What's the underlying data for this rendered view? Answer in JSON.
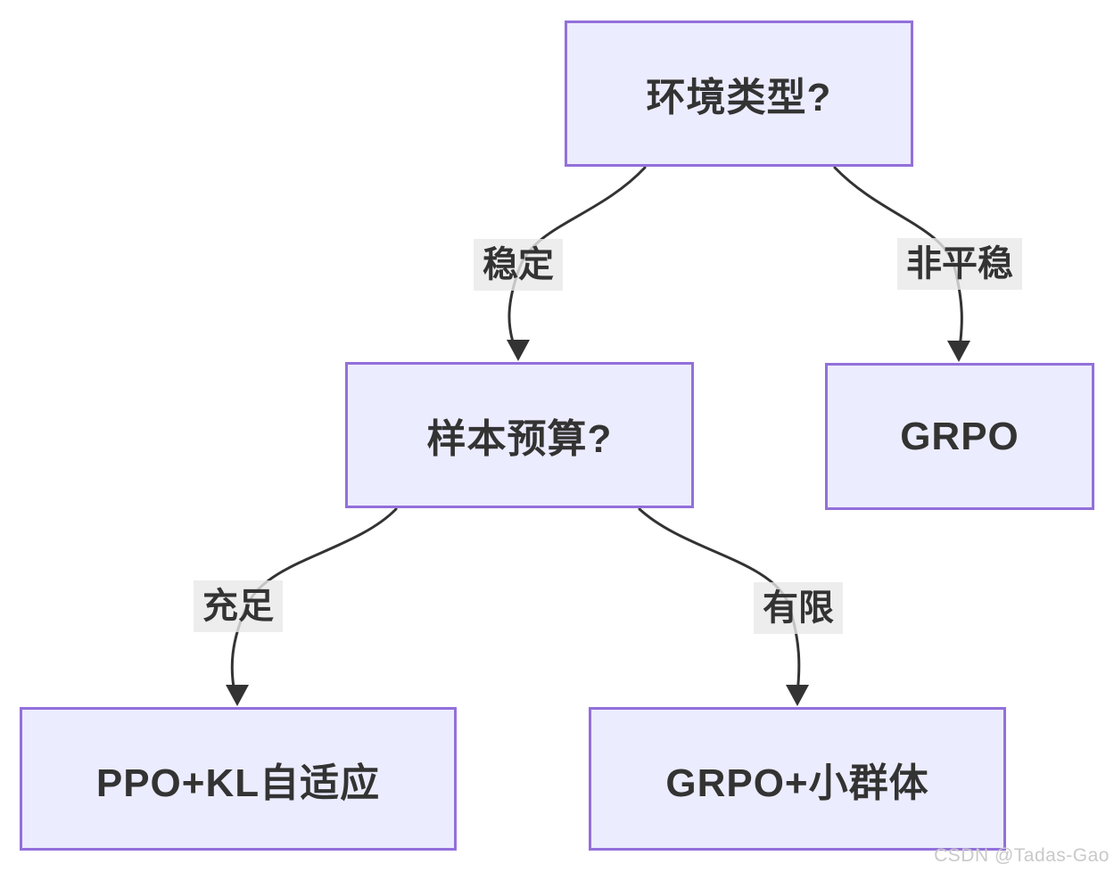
{
  "diagram": {
    "type": "flowchart",
    "direction": "top-down",
    "nodes": [
      {
        "id": "env_type",
        "label": "环境类型?",
        "shape": "rect"
      },
      {
        "id": "sample_budget",
        "label": "样本预算?",
        "shape": "rect"
      },
      {
        "id": "grpo",
        "label": "GRPO",
        "shape": "rect"
      },
      {
        "id": "ppo_kl",
        "label": "PPO+KL自适应",
        "shape": "rect"
      },
      {
        "id": "grpo_small",
        "label": "GRPO+小群体",
        "shape": "rect"
      }
    ],
    "edges": [
      {
        "from": "env_type",
        "to": "sample_budget",
        "label": "稳定"
      },
      {
        "from": "env_type",
        "to": "grpo",
        "label": "非平稳"
      },
      {
        "from": "sample_budget",
        "to": "ppo_kl",
        "label": "充足"
      },
      {
        "from": "sample_budget",
        "to": "grpo_small",
        "label": "有限"
      }
    ],
    "colors": {
      "node_fill": "#ECECFF",
      "node_border": "#9370DB",
      "edge_stroke": "#333333",
      "label_bg": "#e8e8e8",
      "text": "#333333",
      "watermark": "#c9c9c9",
      "background": "#ffffff"
    }
  },
  "watermark": "CSDN @Tadas-Gao"
}
